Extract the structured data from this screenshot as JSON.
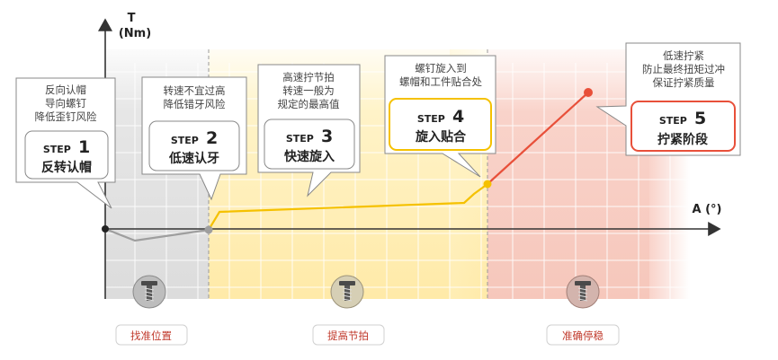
{
  "axes": {
    "y_label": "T",
    "y_unit": "(Nm)",
    "x_label": "A (°)"
  },
  "zone_colors": {
    "gray": "#e6e6e6",
    "yellow": "#fff1c2",
    "red": "#f9d6cf"
  },
  "curve_colors": {
    "gray": "#9e9e9e",
    "yellow": "#f5c100",
    "red": "#e8503a"
  },
  "steps": [
    {
      "prefix": "STEP",
      "num": "1",
      "name": "反转认帽",
      "note": [
        "反向认帽",
        "导向螺钉",
        "降低歪钉风险"
      ],
      "highlight": "none"
    },
    {
      "prefix": "STEP",
      "num": "2",
      "name": "低速认牙",
      "note": [
        "转速不宜过高",
        "降低错牙风险"
      ],
      "highlight": "none"
    },
    {
      "prefix": "STEP",
      "num": "3",
      "name": "快速旋入",
      "note": [
        "高速拧节拍",
        "转速一般为",
        "规定的最高值"
      ],
      "highlight": "none"
    },
    {
      "prefix": "STEP",
      "num": "4",
      "name": "旋入贴合",
      "note": [
        "螺钉旋入到",
        "螺帽和工件贴合处"
      ],
      "highlight": "yellow",
      "border": "#f5c100"
    },
    {
      "prefix": "STEP",
      "num": "5",
      "name": "拧紧阶段",
      "note": [
        "低速拧紧",
        "防止最终扭矩过冲",
        "保证拧紧质量"
      ],
      "highlight": "red",
      "border": "#e8503a"
    }
  ],
  "bottom_labels": [
    {
      "text": "找准位置",
      "icon": "screw-icon"
    },
    {
      "text": "提高节拍",
      "icon": "screw-icon"
    },
    {
      "text": "准确停稳",
      "icon": "screw-icon"
    }
  ]
}
